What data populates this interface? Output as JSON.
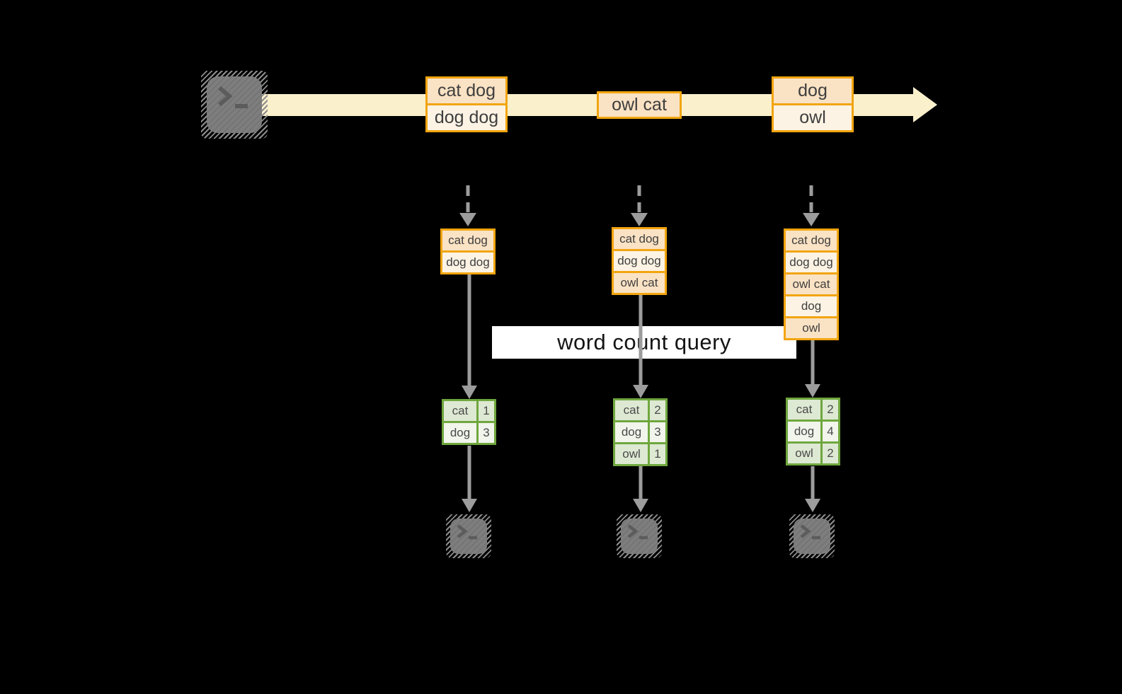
{
  "diagram": {
    "query_label": "word count query",
    "stream": {
      "source_icon": "terminal-icon",
      "batches": [
        {
          "cells": [
            "cat dog",
            "dog dog"
          ]
        },
        {
          "cells": [
            "owl cat"
          ]
        },
        {
          "cells": [
            "dog",
            "owl"
          ]
        }
      ]
    },
    "columns": [
      {
        "state": [
          "cat dog",
          "dog dog"
        ],
        "counts": [
          {
            "word": "cat",
            "count": "1"
          },
          {
            "word": "dog",
            "count": "3"
          }
        ]
      },
      {
        "state": [
          "cat dog",
          "dog dog",
          "owl cat"
        ],
        "counts": [
          {
            "word": "cat",
            "count": "2"
          },
          {
            "word": "dog",
            "count": "3"
          },
          {
            "word": "owl",
            "count": "1"
          }
        ]
      },
      {
        "state": [
          "cat dog",
          "dog dog",
          "owl cat",
          "dog",
          "owl"
        ],
        "counts": [
          {
            "word": "cat",
            "count": "2"
          },
          {
            "word": "dog",
            "count": "4"
          },
          {
            "word": "owl",
            "count": "2"
          }
        ]
      }
    ],
    "icons": {
      "source": "terminal-icon",
      "sinks": [
        "terminal-icon",
        "terminal-icon",
        "terminal-icon"
      ]
    },
    "colors": {
      "background": "#000000",
      "stream_band": "#FAF0CC",
      "box_border": "#F2A50F",
      "box_fill_peach": "#FAE2C4",
      "box_fill_cream": "#FCF3E4",
      "table_border": "#6FA73E",
      "table_row_green": "#DEE9D3",
      "table_row_light": "#F1F5EC",
      "arrow_gray": "#9C9C9C",
      "terminal_gray": "#7E7E7E",
      "query_band": "#FFFFFF"
    }
  }
}
